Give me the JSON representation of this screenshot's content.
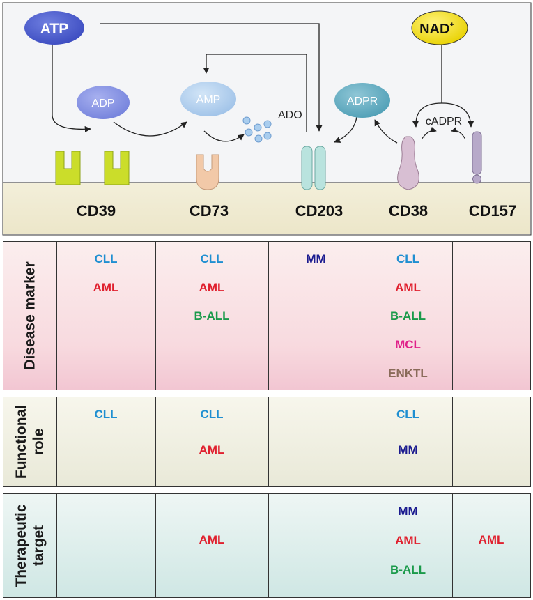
{
  "colors": {
    "CLL": "#1f8fd1",
    "AML": "#e0202e",
    "B-ALL": "#1a9a4a",
    "MM": "#1b1b8f",
    "MCL": "#e0218a",
    "ENKTL": "#8a6b5a"
  },
  "diagram": {
    "molecules": {
      "atp": "ATP",
      "nad": "NAD",
      "nad_sup": "+",
      "adp": "ADP",
      "amp": "AMP",
      "ado": "ADO",
      "adpr": "ADPR",
      "cadpr": "cADPR"
    },
    "receptors": [
      "CD39",
      "CD73",
      "CD203",
      "CD38",
      "CD157"
    ]
  },
  "table": {
    "rows": [
      {
        "label": "Disease marker",
        "cells": [
          [
            "CLL",
            "AML"
          ],
          [
            "CLL",
            "AML",
            "B-ALL"
          ],
          [
            "MM"
          ],
          [
            "CLL",
            "AML",
            "B-ALL",
            "MCL",
            "ENKTL"
          ],
          []
        ]
      },
      {
        "label": "Functional role",
        "cells": [
          [
            "CLL"
          ],
          [
            "CLL",
            "AML"
          ],
          [],
          [
            "CLL",
            "MM"
          ],
          []
        ]
      },
      {
        "label": "Therapeutic target",
        "cells": [
          [],
          [
            "AML"
          ],
          [],
          [
            "MM",
            "AML",
            "B-ALL"
          ],
          [
            "AML"
          ]
        ]
      }
    ]
  }
}
